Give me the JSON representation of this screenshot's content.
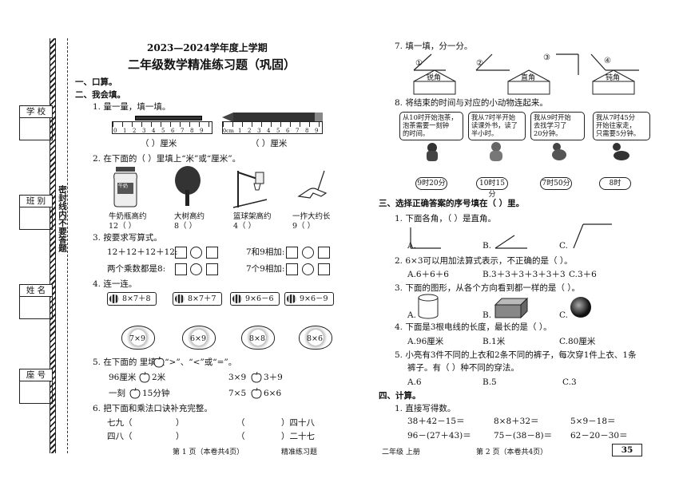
{
  "header": {
    "term": "2023—2024学年度上学期",
    "title": "二年级数学精准练习题（巩固）"
  },
  "sidebar": {
    "school": "学 校",
    "class": "班 别",
    "name": "姓 名",
    "seat": "座 号",
    "seal": "密封线内不要答题"
  },
  "left": {
    "s1": "一、口算。",
    "s2": "二、我会填。",
    "q1": "1. 量一量，填一填。",
    "q1_unit1": "（       ）厘米",
    "q1_unit2": "（       ）厘米",
    "ruler1_ticks": [
      "0",
      "1",
      "2",
      "3",
      "4",
      "5",
      "6",
      "7",
      "8",
      "9"
    ],
    "ruler2_ticks": [
      "0cm",
      "1",
      "2",
      "3",
      "4",
      "5",
      "6",
      "7",
      "8",
      "9"
    ],
    "q2": "2. 在下面的（      ）里填上“米”或“厘米”。",
    "q2_items": [
      {
        "label": "牛奶瓶高约",
        "blank": "12（      ）"
      },
      {
        "label": "大树高约",
        "blank": "8（      ）"
      },
      {
        "label": "篮球架高约",
        "blank": "4（      ）"
      },
      {
        "label": "一拃大约长",
        "blank": "9（      ）"
      }
    ],
    "milk_text": "牛奶",
    "q3": "3. 按要求写算式。",
    "q3_a": "12＋12＋12＋12:",
    "q3_b": "两个乘数都是8:",
    "q3_c": "7和9相加:",
    "q3_d": "7个9相加:",
    "q4": "4. 连一连。",
    "q4_top": [
      "8×7＋8",
      "8×7＋7",
      "9×6－6",
      "9×6－9"
    ],
    "q4_bottom": [
      "7×9",
      "6×9",
      "8×8",
      "8×6"
    ],
    "q5": "5. 在下面的     里填上“>”、“<”或“=”。",
    "q5_items": [
      "96厘米",
      "2米",
      "3×9",
      "3＋9",
      "一刻",
      "15分钟",
      "7×5",
      "6×6"
    ],
    "q6": "6. 把下面和乘法口诀补充完整。",
    "q6_rows": [
      [
        "七九（",
        "）",
        "（",
        "）四十八"
      ],
      [
        "四八（",
        "）",
        "（",
        "）二十七"
      ]
    ],
    "footer_page": "第 1 页（本卷共4页）",
    "footer_tag": "精准练习题"
  },
  "right": {
    "q7": "7. 填一填，分一分。",
    "q7_nums": [
      "①",
      "②",
      "③",
      "④"
    ],
    "q7_houses": [
      "锐角",
      "直角",
      "钝角"
    ],
    "q8": "8. 将结束的时间与对应的小动物连起来。",
    "q8_bubbles": [
      "从10时开始泡茶，\n泡茶需要一刻钟\n的时间。",
      "我从7时半开始\n读课外书，读了\n半小时。",
      "我从9时开始\n去找学习了\n20分钟。",
      "我从7时45分\n开始往家走，\n只需要5分钟。"
    ],
    "q8_times": [
      "9时20分",
      "10时15分",
      "7时50分",
      "8时"
    ],
    "s3": "三、选择正确答案的序号填在（     ）里。",
    "c1": "1. 下面各角，（     ）是直角。",
    "c1_opts": [
      "A.",
      "B.",
      "C."
    ],
    "c2": "2. 6×3可以用加法算式表示，不正确的是（     ）。",
    "c2_opts": [
      "A.6＋6＋6",
      "B.3＋3＋3＋3＋3＋3",
      "C.3＋6"
    ],
    "c3": "3. 下面的图形，从各个方向看到都一样的是（     ）。",
    "c3_opts": [
      "A.",
      "B.",
      "C."
    ],
    "c4": "4. 下面是3根电线的长度，最长的是（     ）。",
    "c4_opts": [
      "A.96厘米",
      "B.1米",
      "C.80厘米"
    ],
    "c5a": "5. 小亮有3件不同的上衣和2条不同的裤子，每次穿1件上衣、1条",
    "c5b": "裤子。有（     ）种不同的穿法。",
    "c5_opts": [
      "A.6",
      "B.5",
      "C.3"
    ],
    "s4": "四、计算。",
    "d1": "1. 直接写得数。",
    "calc_row1": [
      "38＋42－15＝",
      "8×8＋32＝",
      "5×9－18＝"
    ],
    "calc_row2": [
      "96－(27＋43)＝",
      "75－(38－8)＝",
      "62－20－30＝"
    ],
    "footer_grade": "二年级  上册",
    "footer_page": "第 2 页（本卷共4页）",
    "page_badge": "35"
  }
}
